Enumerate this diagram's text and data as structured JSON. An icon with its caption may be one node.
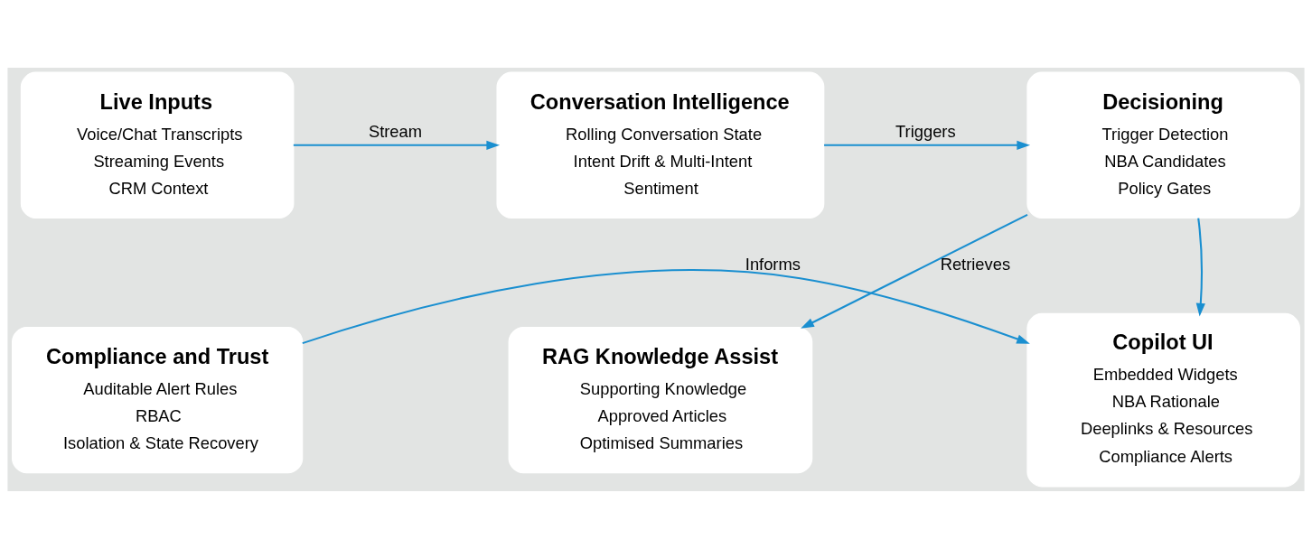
{
  "diagram": {
    "nodes": [
      {
        "text": [
          "Live Inputs",
          "Voice/Chat Transcripts",
          "Streaming Events",
          "CRM Context"
        ]
      },
      {
        "text": [
          "Conversation Intelligence",
          "Rolling Conversation State",
          "Intent Drift & Multi-Intent",
          "Sentiment"
        ]
      },
      {
        "text": [
          "Decisioning",
          "Trigger Detection",
          "NBA Candidates",
          "Policy Gates"
        ]
      },
      {
        "text": [
          "Compliance and Trust",
          "Auditable Alert Rules",
          "RBAC",
          "Isolation & State Recovery"
        ]
      },
      {
        "text": [
          "RAG Knowledge Assist",
          "Supporting Knowledge",
          "Approved Articles",
          "Optimised Summaries"
        ]
      },
      {
        "text": [
          "Copilot UI",
          "Embedded Widgets",
          "NBA Rationale",
          "Deeplinks & Resources",
          "Compliance Alerts"
        ]
      }
    ],
    "edges": [
      {
        "from": 0,
        "to": 1,
        "arrow": "to",
        "label": "Stream"
      },
      {
        "from": 1,
        "to": 2,
        "arrow": "to",
        "label": "Triggers"
      },
      {
        "from": 2,
        "to": 4,
        "arrow": "to",
        "label": "Retrieves"
      },
      {
        "from": 2,
        "to": 5,
        "arrow": "to"
      },
      {
        "from": 3,
        "to": 5,
        "arrow": "to",
        "label": "Informs"
      }
    ]
  }
}
